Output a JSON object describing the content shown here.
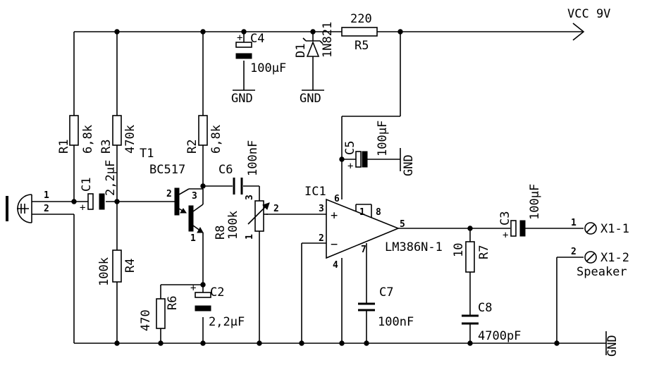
{
  "supply": {
    "label": "VCC 9V"
  },
  "components": {
    "R1": {
      "ref": "R1",
      "value": "6,8k"
    },
    "R2": {
      "ref": "R2",
      "value": "6,8k"
    },
    "R3": {
      "ref": "R3",
      "value": "470k"
    },
    "R4": {
      "ref": "R4",
      "value": "100k"
    },
    "R5": {
      "ref": "R5",
      "value": "220"
    },
    "R6": {
      "ref": "R6",
      "value": "470"
    },
    "R7": {
      "ref": "R7",
      "value": "10"
    },
    "R8": {
      "ref": "R8",
      "value": "100k"
    },
    "C1": {
      "ref": "C1",
      "value": "2,2µF"
    },
    "C2": {
      "ref": "C2",
      "value": "2,2µF"
    },
    "C3": {
      "ref": "C3",
      "value": "100µF"
    },
    "C4": {
      "ref": "C4",
      "value": "100µF"
    },
    "C5": {
      "ref": "C5",
      "value": "100µF"
    },
    "C6": {
      "ref": "C6",
      "value": "100nF"
    },
    "C7": {
      "ref": "C7",
      "value": "100nF"
    },
    "C8": {
      "ref": "C8",
      "value": "4700pF"
    },
    "D1": {
      "ref": "D1",
      "value": "1N821"
    },
    "T1": {
      "ref": "T1",
      "value": "BC517"
    },
    "IC1": {
      "ref": "IC1",
      "value": "LM386N-1"
    }
  },
  "ground": {
    "label": "GND"
  },
  "connectors": {
    "X1_1": {
      "label": "X1-1"
    },
    "X1_2": {
      "label": "X1-2"
    },
    "speaker": {
      "label": "Speaker"
    }
  },
  "pins": {
    "mic_1": "1",
    "mic_2": "2",
    "t1_base": "2",
    "t1_collector": "3",
    "t1_emitter": "1",
    "r8_top": "3",
    "r8_wiper": "2",
    "r8_bottom": "1",
    "ic_in_plus": "3",
    "ic_in_minus": "2",
    "ic_vs": "6",
    "ic_gnd": "4",
    "ic_out": "5",
    "ic_bypass": "7",
    "ic_gain1": "1",
    "ic_gain8": "8",
    "x1_1": "1",
    "x1_2": "2"
  }
}
